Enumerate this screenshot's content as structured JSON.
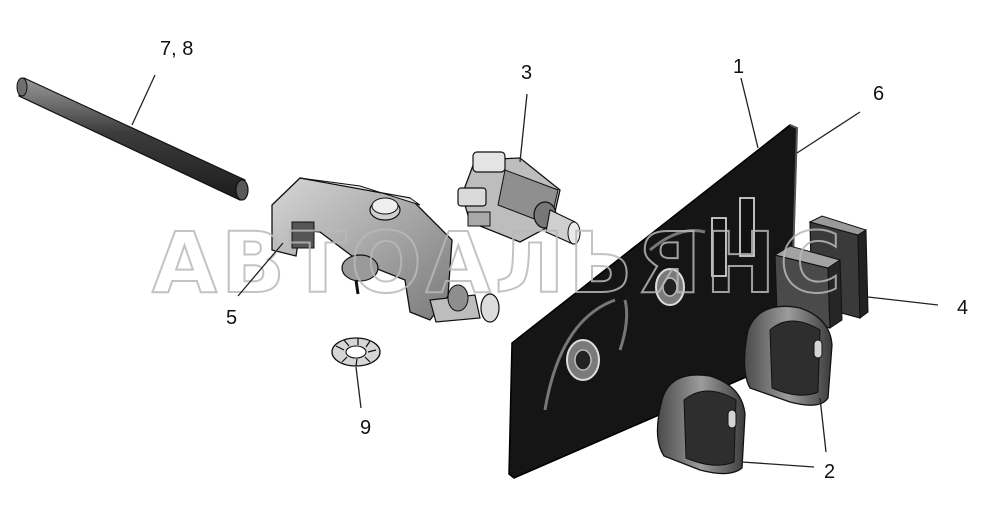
{
  "watermark": "АВТОАЛЬЯНС",
  "callouts": {
    "c1": "1",
    "c2": "2",
    "c3": "3",
    "c4": "4",
    "c5": "5",
    "c6": "6",
    "c78": "7, 8",
    "c9": "9"
  },
  "colors": {
    "panel": "#151515",
    "part_gray": "#8c8c8c",
    "part_dark": "#3a3a3a",
    "line": "#222222"
  }
}
